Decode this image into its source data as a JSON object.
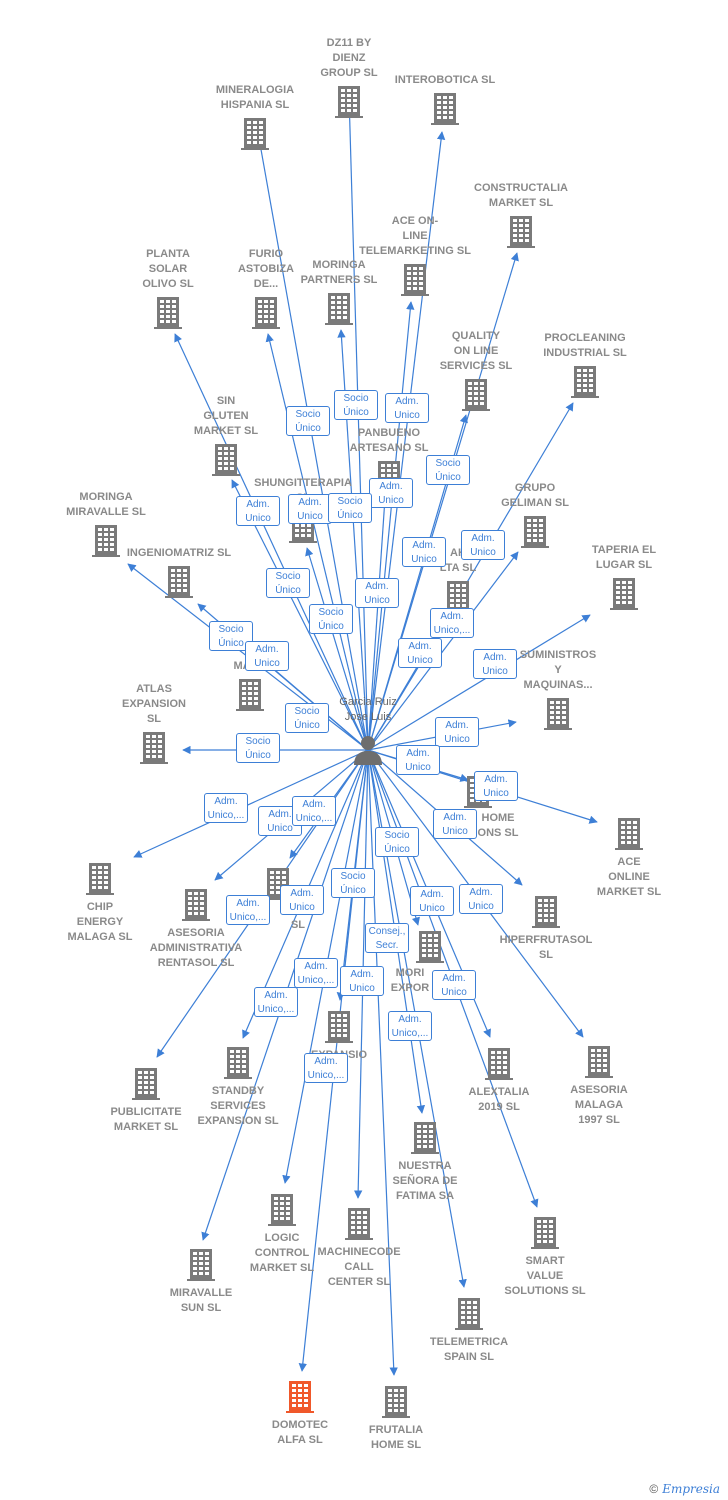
{
  "center": {
    "name": "Garcia Ruiz\nJose Luis"
  },
  "colors": {
    "edge": "#3d7fd6",
    "node": "#7a7a7a",
    "highlight": "#f0582a"
  },
  "companies": [
    {
      "id": "dz11",
      "label": "DZ11 BY\nDIENZ\nGROUP  SL",
      "icon": "building-icon"
    },
    {
      "id": "interobotica",
      "label": "INTEROBOTICA SL",
      "icon": "building-icon"
    },
    {
      "id": "mineralogia",
      "label": "MINERALOGIA\nHISPANIA  SL",
      "icon": "building-icon"
    },
    {
      "id": "constructalia",
      "label": "CONSTRUCTALIA\nMARKET  SL",
      "icon": "building-icon"
    },
    {
      "id": "aceonline_tm",
      "label": "ACE ON-\nLINE\nTELEMARKETING SL",
      "icon": "building-icon"
    },
    {
      "id": "planta",
      "label": "PLANTA\nSOLAR\nOLIVO SL",
      "icon": "building-icon"
    },
    {
      "id": "furio",
      "label": "FURIO\nASTOBIZA\nDE...",
      "icon": "building-icon"
    },
    {
      "id": "moringa_partners",
      "label": "MORINGA\nPARTNERS  SL",
      "icon": "building-icon"
    },
    {
      "id": "quality",
      "label": "QUALITY\nON LINE\nSERVICES  SL",
      "icon": "building-icon"
    },
    {
      "id": "procleaning",
      "label": "PROCLEANING\nINDUSTRIAL SL",
      "icon": "building-icon"
    },
    {
      "id": "sin_gluten",
      "label": "SIN\nGLUTEN\nMARKET  SL",
      "icon": "building-icon"
    },
    {
      "id": "panbueno",
      "label": "PANBUENO\nARTESANO  SL",
      "icon": "building-icon"
    },
    {
      "id": "shungitterapia",
      "label": "SHUNGITTERAPIA\nSL",
      "icon": "building-icon"
    },
    {
      "id": "grupo_geliman",
      "label": "GRUPO\nGELIMAN  SL",
      "icon": "building-icon"
    },
    {
      "id": "moringa_miravalle",
      "label": "MORINGA\nMIRAVALLE  SL",
      "icon": "building-icon"
    },
    {
      "id": "ingeniomatriz",
      "label": "INGENIOMATRIZ SL",
      "icon": "building-icon"
    },
    {
      "id": "tela",
      "label": "AH\nLTA SL",
      "icon": "building-icon"
    },
    {
      "id": "taperia",
      "label": "TAPERIA EL\nLUGAR SL",
      "icon": "building-icon"
    },
    {
      "id": "mark_a",
      "label": "A\nMARK",
      "icon": "building-icon"
    },
    {
      "id": "suministros",
      "label": "SUMINISTROS\nY\nMAQUINAS...",
      "icon": "building-icon"
    },
    {
      "id": "atlas",
      "label": "ATLAS\nEXPANSION\nSL",
      "icon": "building-icon"
    },
    {
      "id": "home_ons",
      "label": "HOME\nONS SL",
      "icon": "building-icon"
    },
    {
      "id": "ace_online_market",
      "label": "ACE\nONLINE\nMARKET SL",
      "icon": "building-icon"
    },
    {
      "id": "chip",
      "label": "CHIP\nENERGY\nMALAGA  SL",
      "icon": "building-icon"
    },
    {
      "id": "asesoria_rentasol",
      "label": "ASESORIA\nADMINISTRATIVA\nRENTASOL SL",
      "icon": "building-icon"
    },
    {
      "id": "codes",
      "label": "CODE\nSL",
      "icon": "building-icon"
    },
    {
      "id": "hiperfrutasol",
      "label": "HIPERFRUTASOL\nSL",
      "icon": "building-icon"
    },
    {
      "id": "moringa_export",
      "label": "MORI\nEXPOR",
      "icon": "building-icon"
    },
    {
      "id": "publicitate",
      "label": "PUBLICITATE\nMARKET  SL",
      "icon": "building-icon"
    },
    {
      "id": "standby",
      "label": "STANDBY\nSERVICES\nEXPANSION SL",
      "icon": "building-icon"
    },
    {
      "id": "expansion_mid",
      "label": "EXPANSIO",
      "icon": "building-icon"
    },
    {
      "id": "alextalia",
      "label": "ALEXTALIA\n2019  SL",
      "icon": "building-icon"
    },
    {
      "id": "asesoria_malaga",
      "label": "ASESORIA\nMALAGA\n1997  SL",
      "icon": "building-icon"
    },
    {
      "id": "nuestra",
      "label": "NUESTRA\nSEÑORA DE\nFATIMA SA",
      "icon": "building-icon"
    },
    {
      "id": "logic",
      "label": "LOGIC\nCONTROL\nMARKET  SL",
      "icon": "building-icon"
    },
    {
      "id": "machinecode",
      "label": "MACHINECODE\nCALL\nCENTER  SL",
      "icon": "building-icon"
    },
    {
      "id": "smart",
      "label": "SMART\nVALUE\nSOLUTIONS SL",
      "icon": "building-icon"
    },
    {
      "id": "miravalle_sun",
      "label": "MIRAVALLE\nSUN  SL",
      "icon": "building-icon"
    },
    {
      "id": "telemetrica",
      "label": "TELEMETRICA\nSPAIN  SL",
      "icon": "building-icon"
    },
    {
      "id": "domotec",
      "label": "DOMOTEC\nALFA  SL",
      "icon": "building-icon",
      "highlight": true
    },
    {
      "id": "frutalia",
      "label": "FRUTALIA\nHOME  SL",
      "icon": "building-icon"
    }
  ],
  "roles": [
    "Socio\nÚnico",
    "Socio\nÚnico",
    "Adm.\nUnico",
    "Socio\nÚnico",
    "Adm.\nUnico",
    "Adm.\nUnico",
    "Adm.\nUnico",
    "Socio\nÚnico",
    "Adm.\nUnico",
    "Adm.\nUnico",
    "Socio\nÚnico",
    "Socio\nÚnico",
    "Adm.\nUnico",
    "Adm.\nUnico,...",
    "Socio\nÚnico",
    "Adm.\nUnico",
    "Adm.\nUnico",
    "Adm.\nUnico",
    "Socio\nÚnico",
    "Socio\nÚnico",
    "Adm.\nUnico",
    "Adm.\nUnico",
    "Adm.\nUnico",
    "Adm.\nUnico,...",
    "Adm.\nUnico",
    "Adm.\nUnico,...",
    "Socio\nÚnico",
    "Socio\nÚnico",
    "Adm.\nUnico",
    "Adm.\nUnico,...",
    "Adm.\nUnico",
    "Adm.\nUnico",
    "Consej.,\nSecr.",
    "Adm.\nUnico,...",
    "Adm.\nUnico",
    "Adm.\nUnico,...",
    "Adm.\nUnico",
    "Adm.\nUnico,...",
    "Adm.\nUnico,...",
    "Adm.\nUnico"
  ],
  "footer": {
    "copyright": "©",
    "brand": "Empresia"
  }
}
